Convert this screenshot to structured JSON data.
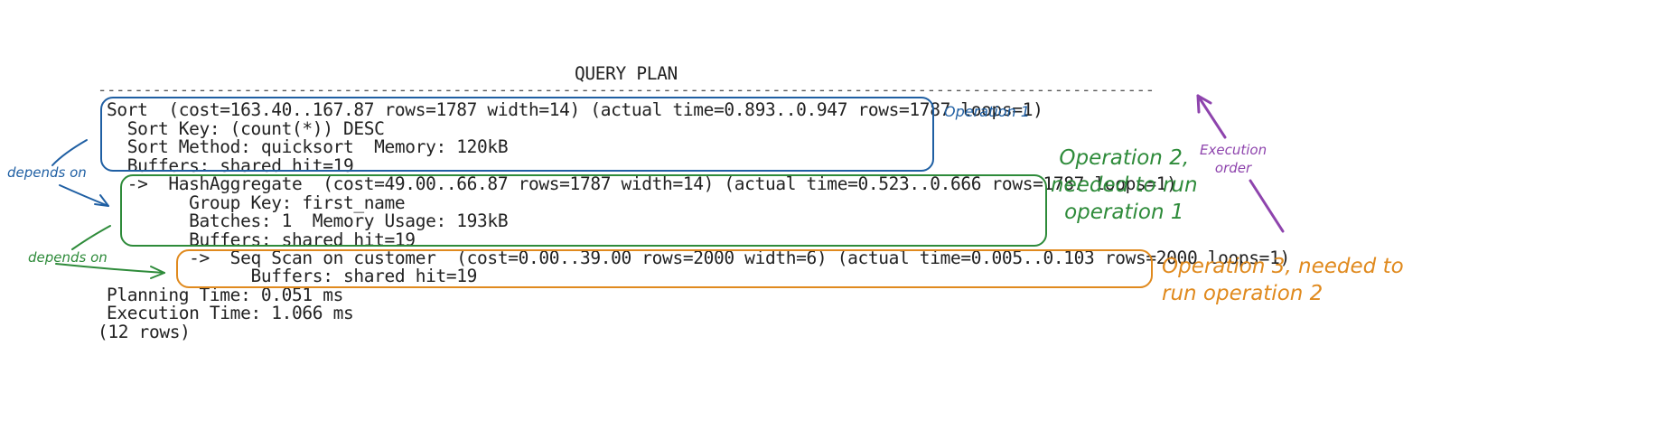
{
  "header": {
    "title": "QUERY PLAN",
    "separator": "--------------------------------------------------------------------------------------------------------------------"
  },
  "plan": {
    "lines": [
      "Sort  (cost=163.40..167.87 rows=1787 width=14) (actual time=0.893..0.947 rows=1787 loops=1)",
      "  Sort Key: (count(*)) DESC",
      "  Sort Method: quicksort  Memory: 120kB",
      "  Buffers: shared hit=19",
      "  ->  HashAggregate  (cost=49.00..66.87 rows=1787 width=14) (actual time=0.523..0.666 rows=1787 loops=1)",
      "        Group Key: first_name",
      "        Batches: 1  Memory Usage: 193kB",
      "        Buffers: shared hit=19",
      "        ->  Seq Scan on customer  (cost=0.00..39.00 rows=2000 width=6) (actual time=0.005..0.103 rows=2000 loops=1)",
      "              Buffers: shared hit=19",
      "Planning Time: 0.051 ms",
      "Execution Time: 1.066 ms"
    ],
    "row_count": "(12 rows)"
  },
  "annotations": {
    "operation1": "Operation 1",
    "operation2": "Operation 2,\nneeded to run\noperation 1",
    "operation3": "Operation 3, needed to\nrun operation 2",
    "depends_on_1": "depends on",
    "depends_on_2": "depends on",
    "execution_order": "Execution\norder"
  },
  "colors": {
    "operation1": "#1f5fa3",
    "operation2": "#2e8b3a",
    "operation3": "#e08a1e",
    "execution_order": "#8e44ad",
    "text": "#222222"
  }
}
